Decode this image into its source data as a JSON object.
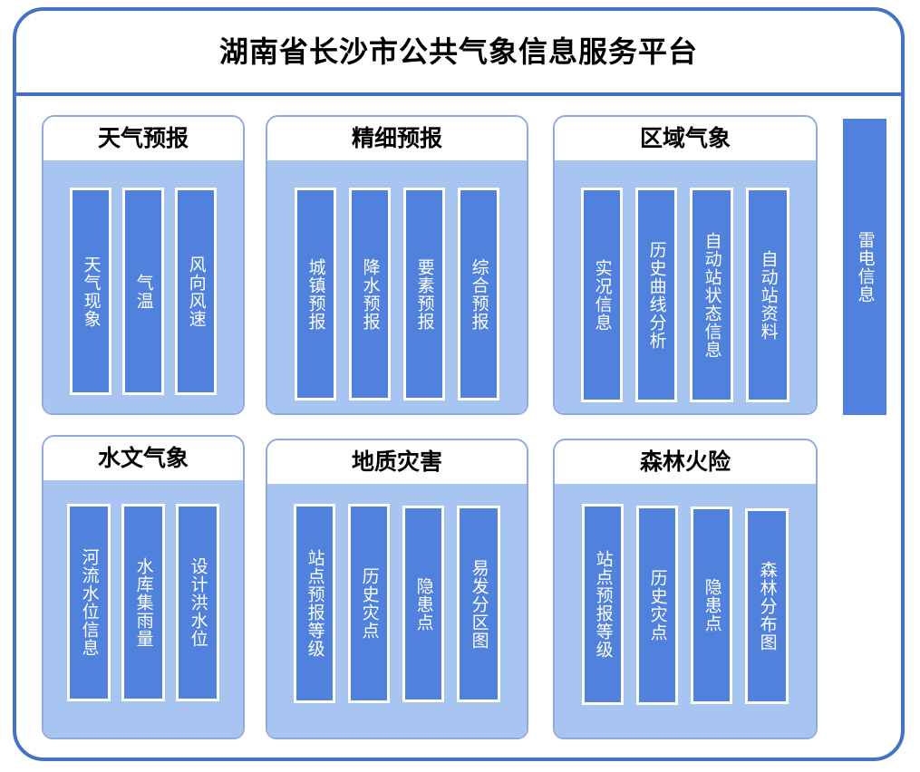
{
  "platform": {
    "title": "湖南省长沙市公共气象信息服务平台"
  },
  "sidebar": {
    "lightning_label": "雷电信息"
  },
  "sections": [
    {
      "id": "weather-forecast",
      "title": "天气预报",
      "items": [
        {
          "label": "天气现象"
        },
        {
          "label": "气温"
        },
        {
          "label": "风向风速"
        }
      ]
    },
    {
      "id": "fine-forecast",
      "title": "精细预报",
      "items": [
        {
          "label": "城镇预报"
        },
        {
          "label": "降水预报"
        },
        {
          "label": "要素预报"
        },
        {
          "label": "综合预报"
        }
      ]
    },
    {
      "id": "regional-meteorology",
      "title": "区域气象",
      "items": [
        {
          "label": "实况信息"
        },
        {
          "label": "历史曲线分析"
        },
        {
          "label": "自动站状态信息"
        },
        {
          "label": "自动站资料"
        }
      ]
    },
    {
      "id": "hydro-meteorology",
      "title": "水文气象",
      "items": [
        {
          "label": "河流水位信息"
        },
        {
          "label": "水库集雨量"
        },
        {
          "label": "设计洪水位"
        }
      ]
    },
    {
      "id": "geological-disaster",
      "title": "地质灾害",
      "items": [
        {
          "label": "站点预报等级"
        },
        {
          "label": "历史灾点"
        },
        {
          "label": "隐患点"
        },
        {
          "label": "易发分区图"
        }
      ]
    },
    {
      "id": "forest-fire-risk",
      "title": "森林火险",
      "items": [
        {
          "label": "站点预报等级"
        },
        {
          "label": "历史灾点"
        },
        {
          "label": "隐患点"
        },
        {
          "label": "森林分布图"
        }
      ]
    }
  ],
  "colors": {
    "frame_border": "#4472C4",
    "card_border": "#8FAADC",
    "card_body": "#A8C4F0",
    "item_bar": "#4F81DD",
    "item_text": "#FFFFFF",
    "title_text": "#000000"
  }
}
